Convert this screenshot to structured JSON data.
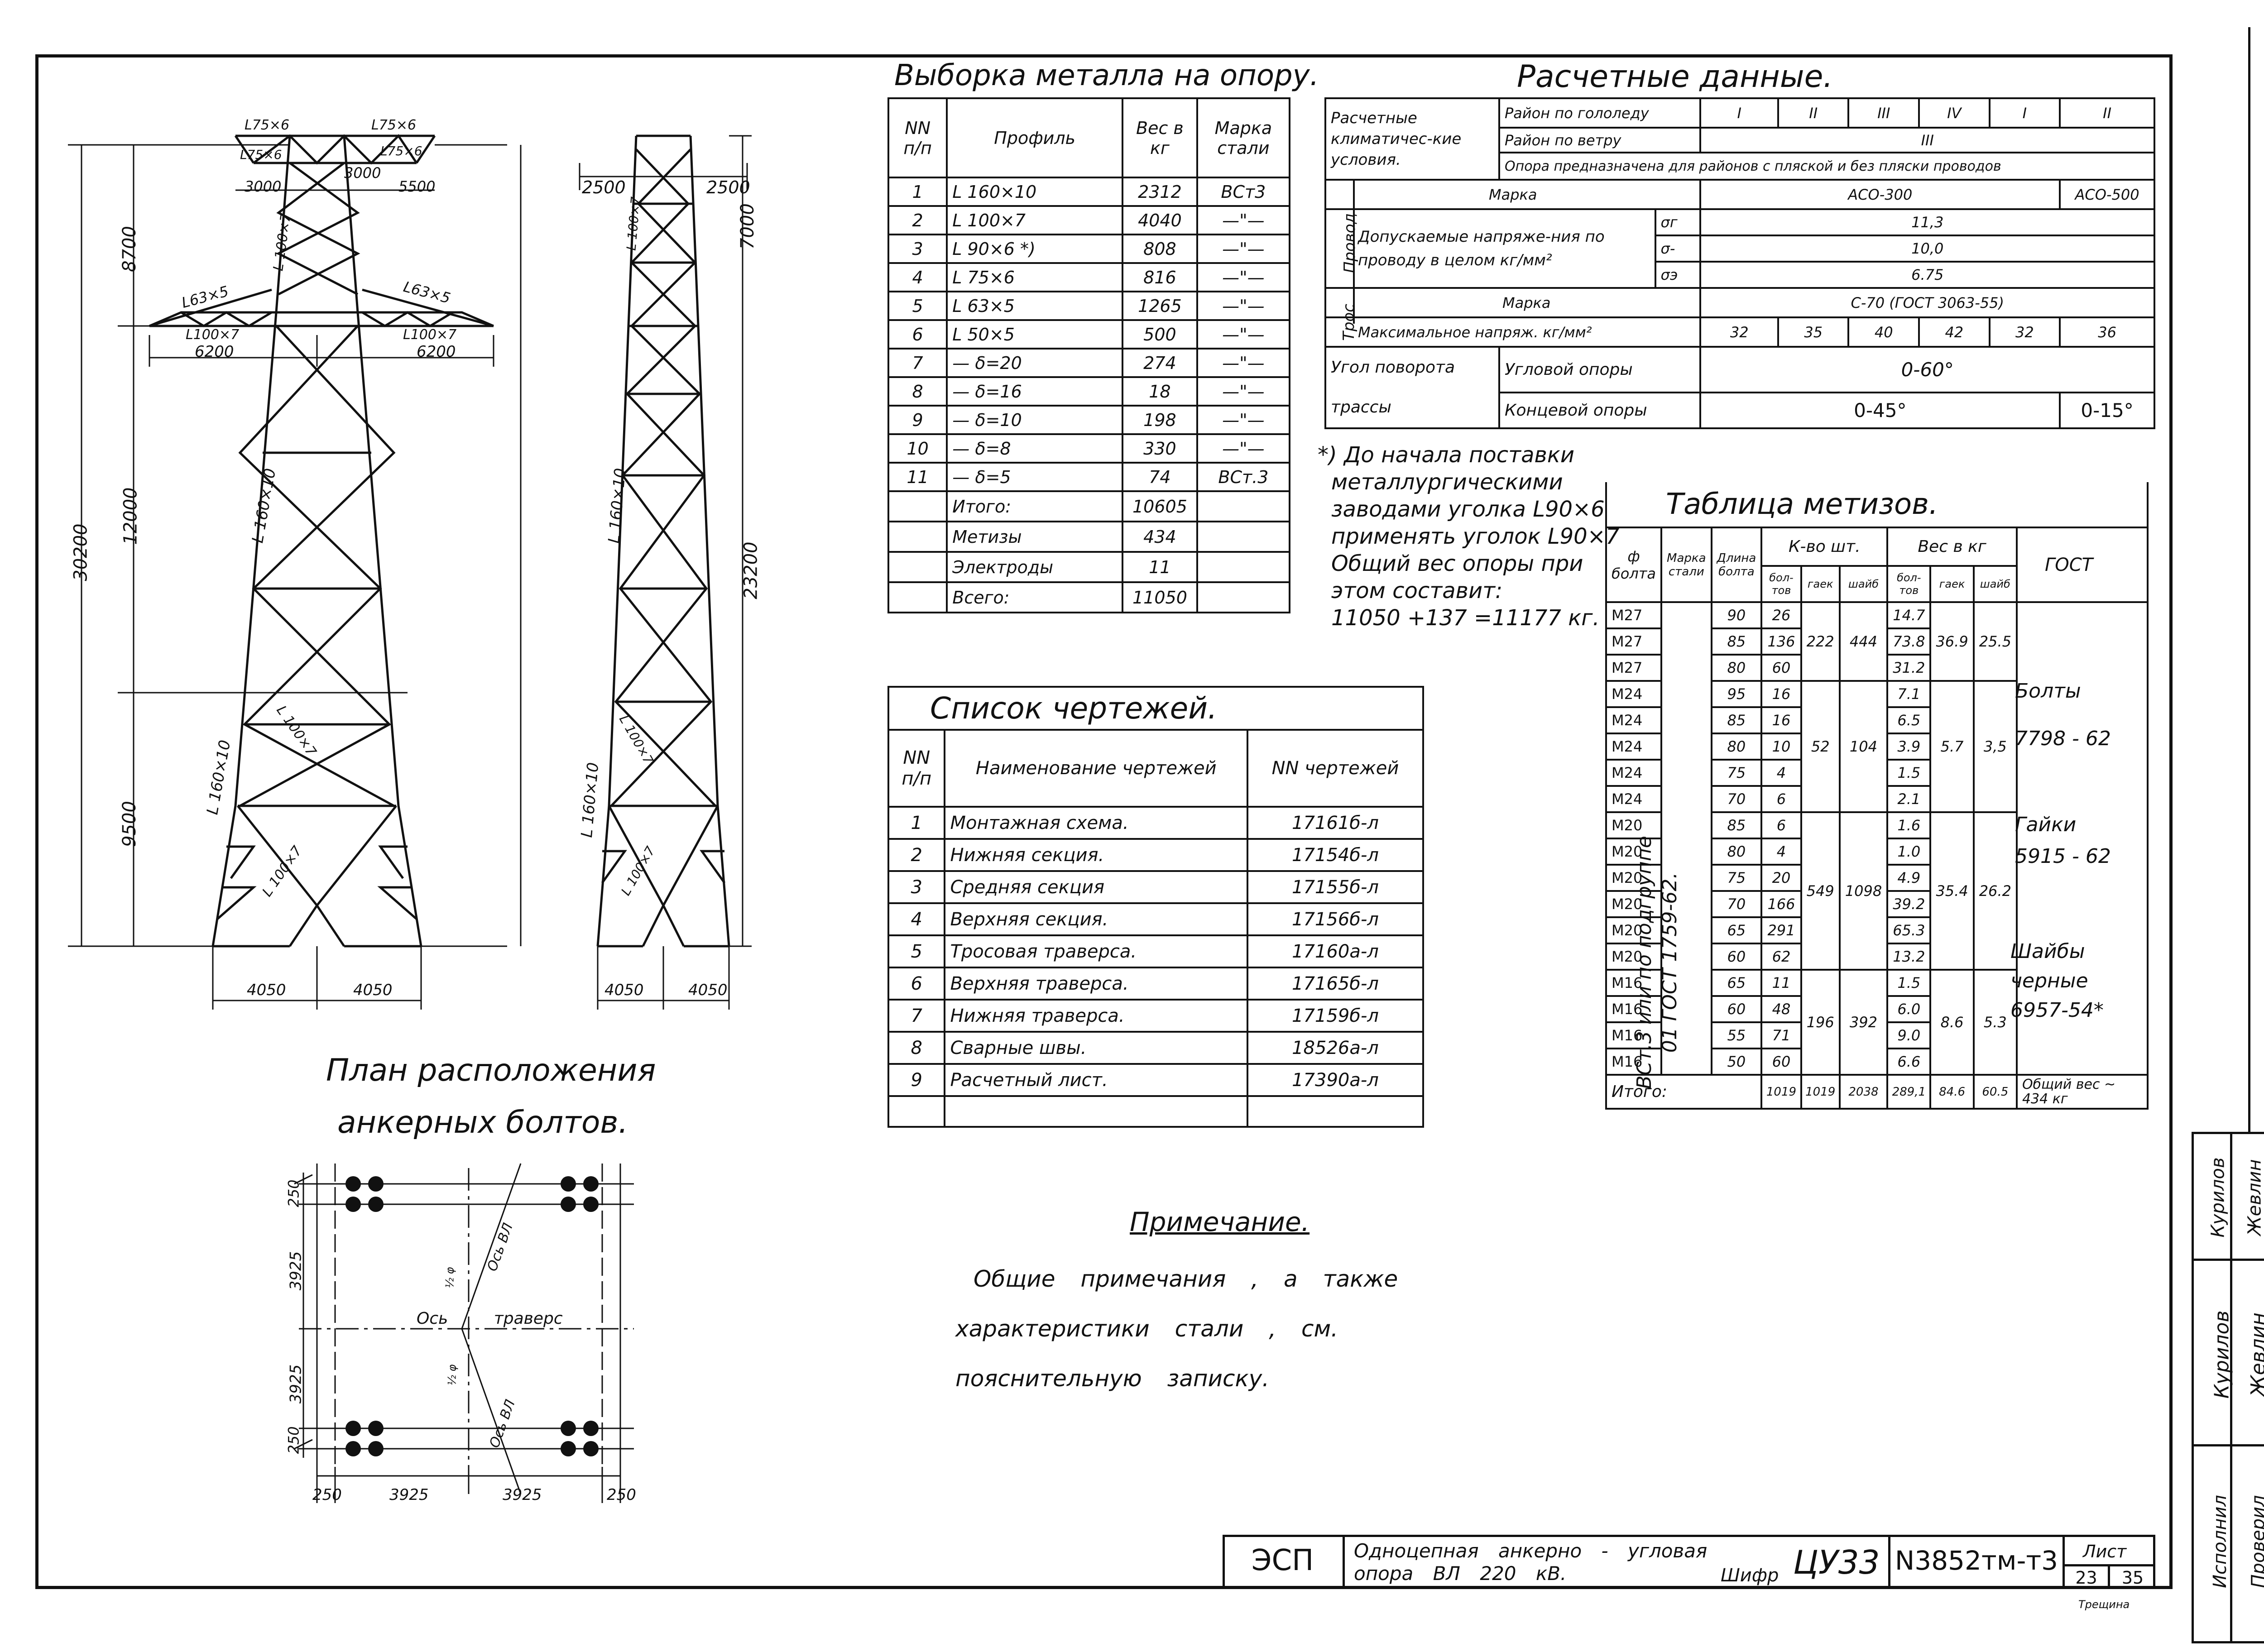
{
  "tower_front": {
    "top_labels": [
      "L75×6",
      "L75×6",
      "L75×6",
      "L75×6"
    ],
    "top_dims": [
      "3000",
      "3000",
      "5500"
    ],
    "heights": [
      "8700",
      "12000",
      "9500",
      "30200"
    ],
    "member_labels": [
      "L 100×7",
      "L63×5",
      "L63×5",
      "L100×7",
      "L100×7",
      "L 160×10",
      "L 100×7",
      "L 160×10",
      "L 100×7"
    ],
    "traverse_dims": [
      "6200",
      "6200"
    ],
    "base_dims": [
      "4050",
      "4050"
    ]
  },
  "tower_side": {
    "top_dims": [
      "2500",
      "2500"
    ],
    "heights": [
      "7000",
      "23200"
    ],
    "member_labels": [
      "L 100×7",
      "L 160×10",
      "L 100×7",
      "L 160×10",
      "L 100×7"
    ],
    "base_dims": [
      "4050",
      "4050"
    ]
  },
  "metal_table": {
    "title": "Выборка металла на опору.",
    "headers": [
      "NN п/п",
      "Профиль",
      "Вес в кг",
      "Марка стали"
    ],
    "rows": [
      [
        "1",
        "L 160×10",
        "2312",
        "ВСт3"
      ],
      [
        "2",
        "L 100×7",
        "4040",
        "—\"—"
      ],
      [
        "3",
        "L 90×6 *)",
        "808",
        "—\"—"
      ],
      [
        "4",
        "L 75×6",
        "816",
        "—\"—"
      ],
      [
        "5",
        "L 63×5",
        "1265",
        "—\"—"
      ],
      [
        "6",
        "L 50×5",
        "500",
        "—\"—"
      ],
      [
        "7",
        "— δ=20",
        "274",
        "—\"—"
      ],
      [
        "8",
        "— δ=16",
        "18",
        "—\"—"
      ],
      [
        "9",
        "— δ=10",
        "198",
        "—\"—"
      ],
      [
        "10",
        "— δ=8",
        "330",
        "—\"—"
      ],
      [
        "11",
        "— δ=5",
        "74",
        "ВСт.3"
      ]
    ],
    "totals": [
      [
        "Итого:",
        "10605"
      ],
      [
        "Метизы",
        "434"
      ],
      [
        "Электроды",
        "11"
      ],
      [
        "Всего:",
        "11050"
      ]
    ]
  },
  "calc_table": {
    "title": "Расчетные данные.",
    "climate_label": "Расчетные климатичес-кие условия.",
    "ice_label": "Район по гололеду",
    "ice_values": [
      "I",
      "II",
      "III",
      "IV",
      "I",
      "II"
    ],
    "wind_label": "Район по ветру",
    "wind_value": "III",
    "purpose": "Опора предназначена для районов с пляской и без пляски проводов",
    "wire_label": "Провод",
    "brand_label": "Марка",
    "wire_brands": [
      "АСО-300",
      "АСО-500"
    ],
    "stress_label": "Допускаемые напряже-ния по проводу в целом кг/мм²",
    "stress_symbols": [
      "σг",
      "σ-",
      "σэ"
    ],
    "stress_values": [
      "11,3",
      "10,0",
      "6.75"
    ],
    "cable_label": "Трос",
    "cable_brand": "С-70 (ГОСТ 3063-55)",
    "max_stress_label": "Максимальное напряж. кг/мм²",
    "max_stress_values": [
      "32",
      "35",
      "40",
      "42",
      "32",
      "36"
    ],
    "turn_label": "Угол поворота трассы",
    "angle_support_label": "Угловой опоры",
    "angle_support_value": "0-60°",
    "end_support_label": "Концевой опоры",
    "end_support_values": [
      "0-45°",
      "0-15°"
    ]
  },
  "footnote": {
    "lines": [
      "*) До начала поставки",
      "металлургическими",
      "заводами уголка L90×6",
      "применять уголок L90×7",
      "Общий вес опоры при",
      "этом составит:",
      "11050 +137 =11177 кг."
    ]
  },
  "drawings_table": {
    "title": "Список чертежей.",
    "headers": [
      "NN п/п",
      "Наименование чертежей",
      "NN чертежей"
    ],
    "rows": [
      [
        "1",
        "Монтажная схема.",
        "17161б-л"
      ],
      [
        "2",
        "Нижняя секция.",
        "17154б-л"
      ],
      [
        "3",
        "Средняя секция",
        "17155б-л"
      ],
      [
        "4",
        "Верхняя секция.",
        "17156б-л"
      ],
      [
        "5",
        "Тросовая траверса.",
        "17160а-л"
      ],
      [
        "6",
        "Верхняя траверса.",
        "17165б-л"
      ],
      [
        "7",
        "Нижняя траверса.",
        "17159б-л"
      ],
      [
        "8",
        "Сварные швы.",
        "18526а-л"
      ],
      [
        "9",
        "Расчетный лист.",
        "17390а-л"
      ]
    ]
  },
  "hardware_table": {
    "title": "Таблица метизов.",
    "headers": {
      "diam": "ф болта",
      "brand": "Марка стали",
      "length": "Длина болта",
      "count": "К-во шт.",
      "count_sub": [
        "бол-тов",
        "гаек",
        "шайб"
      ],
      "weight": "Вес в кг",
      "weight_sub": [
        "бол-тов",
        "гаек",
        "шайб"
      ],
      "gost": "ГОСТ"
    },
    "brand_text": "ВСт.3 или по подгруппе 01 ГОСТ 1759-62.",
    "rows": [
      [
        "М27",
        "90",
        "26",
        "14.7"
      ],
      [
        "М27",
        "85",
        "136",
        "73.8"
      ],
      [
        "М27",
        "80",
        "60",
        "31.2"
      ],
      [
        "М24",
        "95",
        "16",
        "7.1"
      ],
      [
        "М24",
        "85",
        "16",
        "6.5"
      ],
      [
        "М24",
        "80",
        "10",
        "3.9"
      ],
      [
        "М24",
        "75",
        "4",
        "1.5"
      ],
      [
        "М24",
        "70",
        "6",
        "2.1"
      ],
      [
        "М20",
        "85",
        "6",
        "1.6"
      ],
      [
        "М20",
        "80",
        "4",
        "1.0"
      ],
      [
        "М20",
        "75",
        "20",
        "4.9"
      ],
      [
        "М20",
        "70",
        "166",
        "39.2"
      ],
      [
        "М20",
        "65",
        "291",
        "65.3"
      ],
      [
        "М20",
        "60",
        "62",
        "13.2"
      ],
      [
        "М16",
        "65",
        "11",
        "1.5"
      ],
      [
        "М16",
        "60",
        "48",
        "6.0"
      ],
      [
        "М16",
        "55",
        "71",
        "9.0"
      ],
      [
        "М16",
        "50",
        "60",
        "6.6"
      ]
    ],
    "groups": [
      {
        "nuts": "222",
        "washers": "444",
        "nut_w": "36.9",
        "washer_w": "25.5"
      },
      {
        "nuts": "52",
        "washers": "104",
        "nut_w": "5.7",
        "washer_w": "3,5"
      },
      {
        "nuts": "549",
        "washers": "1098",
        "nut_w": "35.4",
        "washer_w": "26.2"
      },
      {
        "nuts": "196",
        "washers": "392",
        "nut_w": "8.6",
        "washer_w": "5.3"
      }
    ],
    "gost_texts": [
      "Болты",
      "7798 - 62",
      "Гайки",
      "5915 - 62",
      "Шайбы",
      "черные",
      "6957-54*"
    ],
    "totals": {
      "label": "Итого:",
      "bolts": "1019",
      "nuts": "1019",
      "washers": "2038",
      "bolts_w": "289,1",
      "nuts_w": "84.6",
      "washers_w": "60.5",
      "overall": "Общий вес ~ 434 кг"
    }
  },
  "anchor_plan": {
    "title_lines": [
      "План расположения",
      "анкерных болтов."
    ],
    "dims_vertical": [
      "250",
      "3925",
      "3925",
      "250"
    ],
    "dims_horizontal": [
      "250",
      "3925",
      "3925",
      "250"
    ],
    "axis_line": "Ось ВЛ",
    "axis_traverse": "Ось траверс",
    "angle_marks": [
      "½ φ",
      "½ φ"
    ]
  },
  "note": {
    "title": "Примечание.",
    "lines": [
      "Общие примечания , а также",
      "характеристики стали , см.",
      "пояснительную записку."
    ]
  },
  "title_block": {
    "org": "ЭСП",
    "description": [
      "Одноцепная анкерно - угловая",
      "опора ВЛ 220 кВ."
    ],
    "cipher_label": "Шифр",
    "cipher": "ЦУ33",
    "number": "N3852тм-т3",
    "sheet_label": "Лист",
    "sheet": "23",
    "sheets": "35",
    "bottom_text": "Трещинa"
  },
  "stamp": {
    "roles": [
      "Исполнил",
      "Проверил"
    ],
    "names": [
      "Курилов",
      "Жевлин"
    ],
    "signatures": [
      "Курилов",
      "Жевлин"
    ]
  }
}
